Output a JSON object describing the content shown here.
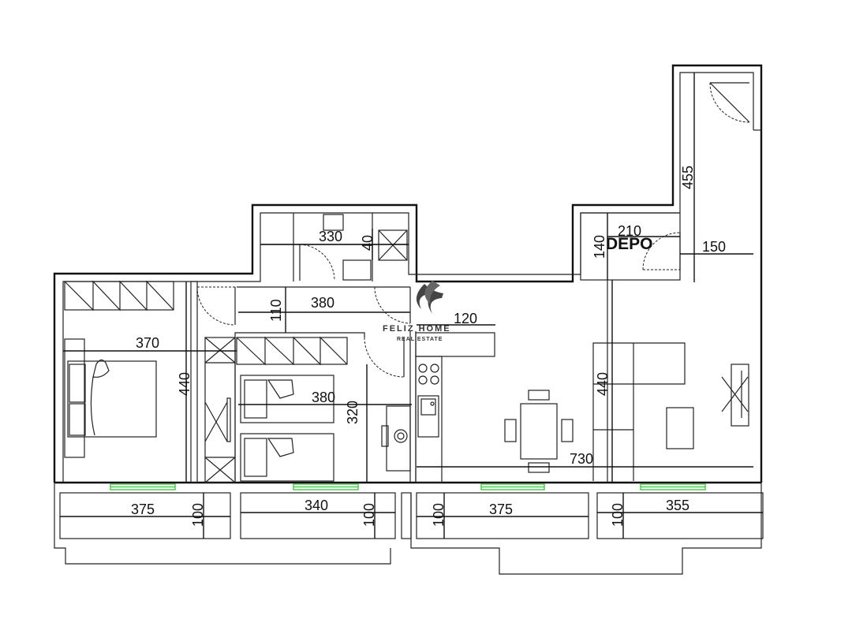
{
  "room_labels": {
    "depo": "DEPO"
  },
  "dimensions": {
    "bathroom_width": "330",
    "bathroom_small": "40",
    "corridor_width": "380",
    "corridor_depth": "110",
    "kitchen_counter": "120",
    "bedroom1_width": "370",
    "bedroom1_depth": "440",
    "bedroom2_width": "380",
    "bedroom2_depth": "320",
    "living_depth": "440",
    "living_width": "730",
    "depo_width": "210",
    "depo_depth": "140",
    "hall_depth": "455",
    "hall_width": "150",
    "balcony1_width": "375",
    "balcony1_depth": "100",
    "balcony2_width": "340",
    "balcony2_depth": "100",
    "balcony3_depth": "100",
    "balcony3_width": "375",
    "balcony4_depth": "100",
    "balcony4_width": "355"
  },
  "logo": {
    "brand": "FELIZ HOME",
    "tagline": "REAL ESTATE"
  },
  "colors": {
    "walls": "#111111",
    "windows": "#34c734",
    "background": "#ffffff"
  }
}
